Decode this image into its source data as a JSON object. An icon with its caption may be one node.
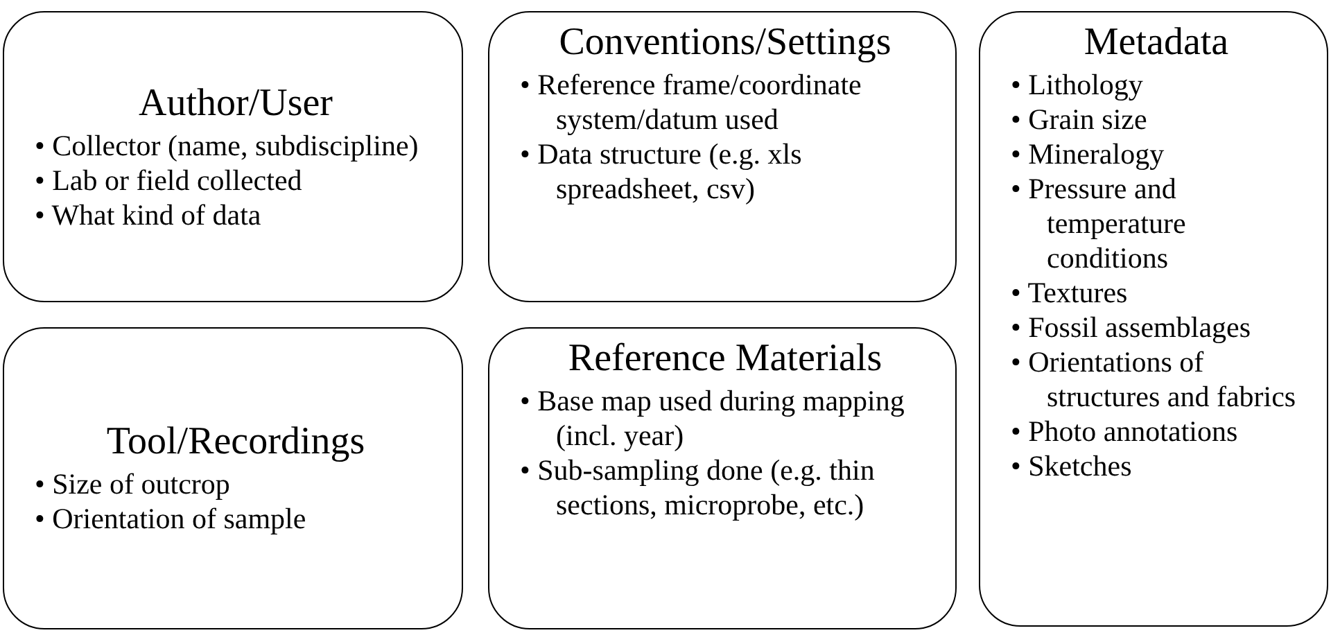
{
  "diagram": {
    "nodes": [
      {
        "text": [
          "Author/User",
          "• Collector (name, subdiscipline)",
          "• Lab or field collected",
          "• What kind of data"
        ]
      },
      {
        "text": [
          "Conventions/Settings",
          "• Reference frame/coordinate system/datum used",
          "• Data structure (e.g. xls spreadsheet, csv)"
        ]
      },
      {
        "text": [
          "Metadata",
          "• Lithology",
          "• Grain size",
          "• Mineralogy",
          "• Pressure and temperature conditions",
          "• Textures",
          "• Fossil assemblages",
          "• Orientations of structures and fabrics",
          "• Photo annotations",
          "• Sketches"
        ]
      },
      {
        "text": [
          "Tool/Recordings",
          "• Size of outcrop",
          "• Orientation of sample"
        ]
      },
      {
        "text": [
          "Reference Materials",
          "• Base map used during mapping (incl. year)",
          "• Sub-sampling done (e.g. thin sections, microprobe, etc.)"
        ]
      }
    ]
  }
}
